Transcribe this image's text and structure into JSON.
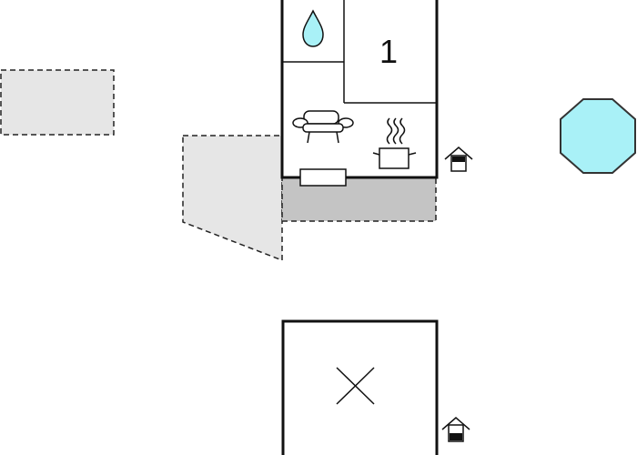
{
  "floorplan": {
    "rooms": [
      {
        "id": "bathroom",
        "icon": "water-drop-icon"
      },
      {
        "id": "bedroom",
        "label": "1"
      },
      {
        "id": "living-kitchen",
        "icons": [
          "sofa-icon",
          "cooking-pot-icon"
        ]
      },
      {
        "id": "outbuilding",
        "icon": "cross-mark-icon"
      }
    ],
    "outdoor": [
      {
        "id": "terrace",
        "style": "dashed-outline"
      },
      {
        "id": "patio",
        "style": "dashed-outline"
      },
      {
        "id": "covered-porch",
        "style": "dashed-outline"
      },
      {
        "id": "pool",
        "shape": "octagon"
      }
    ],
    "markers": [
      "entrance-icon",
      "entrance-icon"
    ]
  },
  "colors": {
    "wall": "#111111",
    "dashed_area": "#e6e6e6",
    "covered_area": "#c4c4c4",
    "water": "#a9f1f7",
    "pool": "#a9f1f7",
    "pool_border": "#333333",
    "background": "#ffffff"
  }
}
